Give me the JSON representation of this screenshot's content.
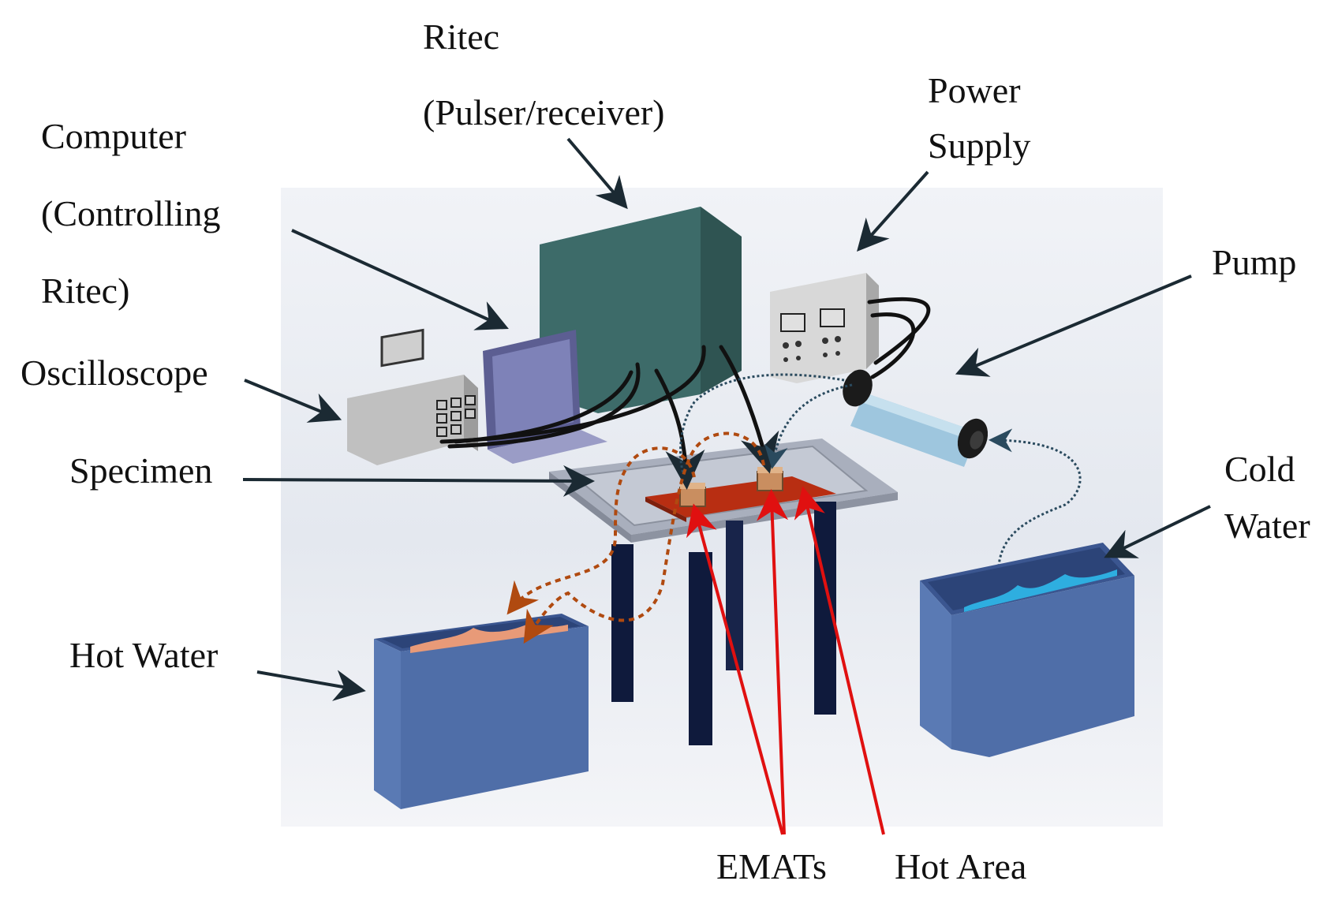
{
  "labels": {
    "ritec": "Ritec",
    "pulser_receiver": "(Pulser/receiver)",
    "computer": "Computer",
    "controlling": "(Controlling",
    "ritec_close": "Ritec)",
    "power": "Power",
    "supply": "Supply",
    "pump": "Pump",
    "oscilloscope": "Oscilloscope",
    "specimen": "Specimen",
    "cold": "Cold",
    "water": "Water",
    "hot_water": "Hot Water",
    "emats": "EMATs",
    "hot_area": "Hot Area"
  },
  "colors": {
    "background_panel": "#e9ecf2",
    "ritec_box": "#3d6b69",
    "laptop": "#6e70a8",
    "oscilloscope": "#bdbdbd",
    "power_supply": "#d9d9d9",
    "table_top": "#aab0bd",
    "hot_area": "#b82e12",
    "table_legs": "#0f1a3c",
    "tank": "#4f6ea8",
    "hot_water": "#e89a78",
    "cold_water": "#2eaee0",
    "pump": "#9ec6de",
    "arrow_dark": "#1b2a33",
    "arrow_red": "#e01010",
    "dashed_flow": "#b04a10",
    "cable": "#111111"
  }
}
